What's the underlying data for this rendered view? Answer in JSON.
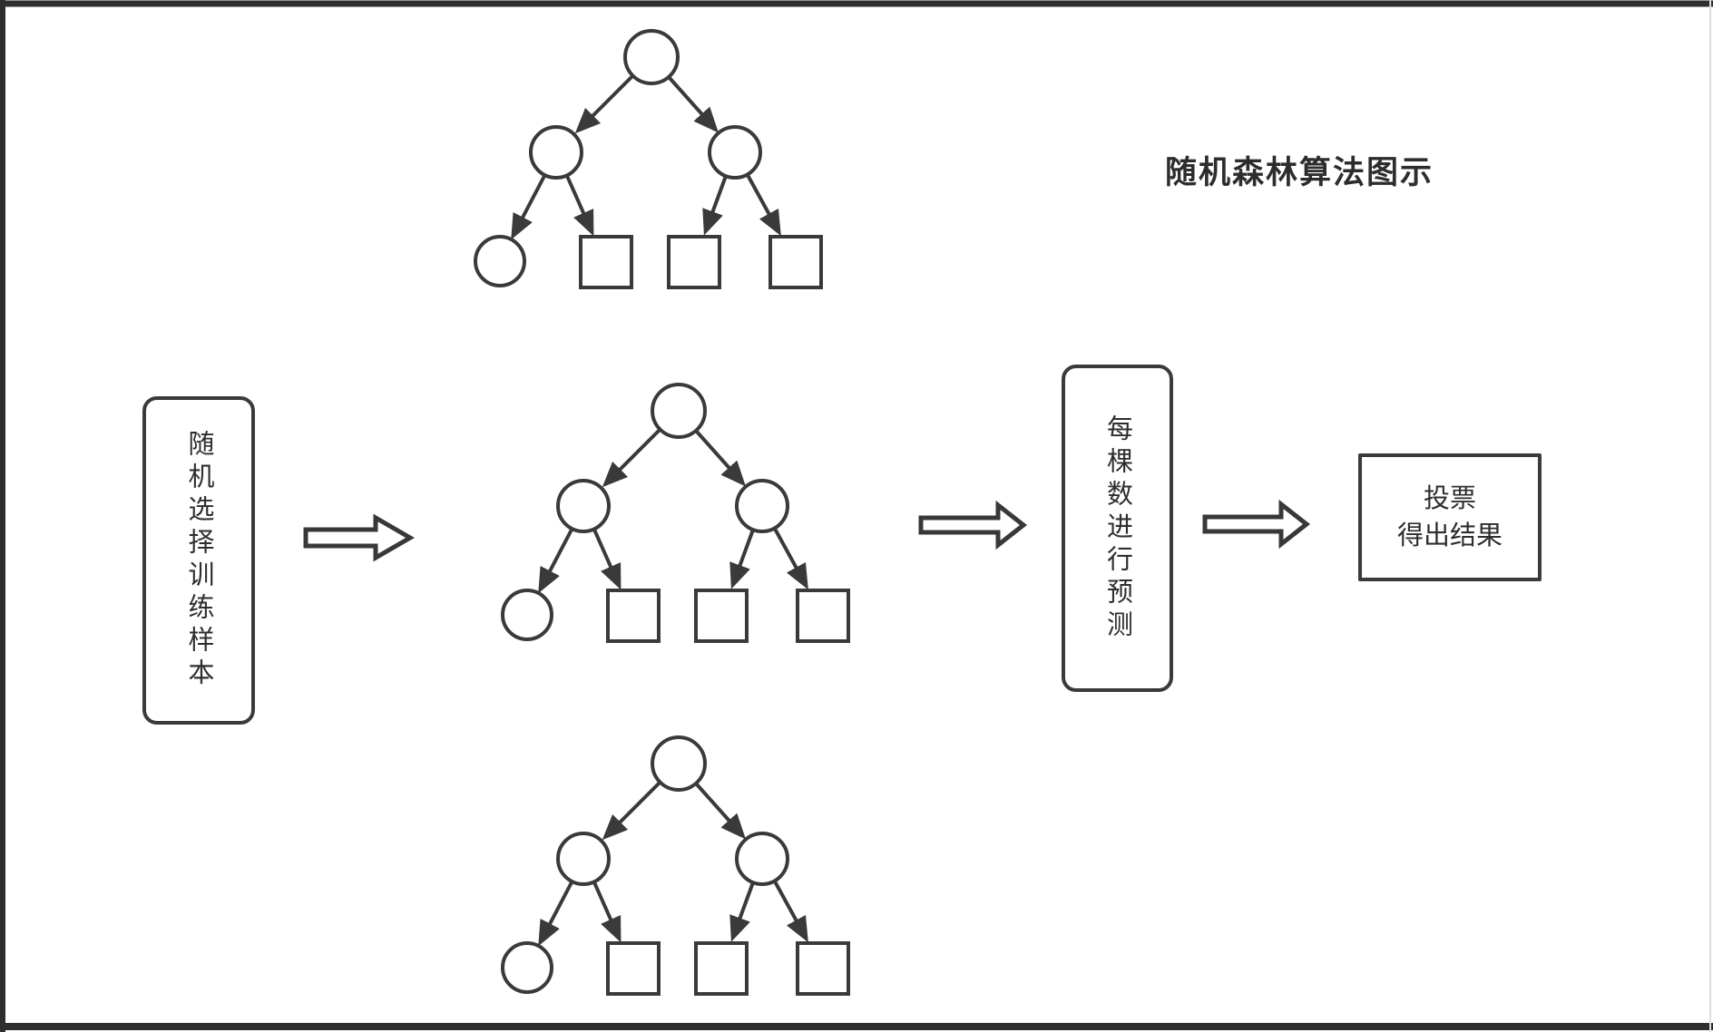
{
  "title": "随机森林算法图示",
  "steps": {
    "select_samples": "随机选择训练样本",
    "predict_each_tree": "每棵数进行预测",
    "vote_result": "投票\n得出结果"
  },
  "diagram": {
    "tree_count": 3,
    "tree_structure": "root circle -> 2 internal circles -> leaves: 1 circle + 3 squares",
    "flow_arrow_count": 3
  },
  "colors": {
    "stroke": "#3a3a3a",
    "background": "#ffffff",
    "frame": "#2e2e2e"
  }
}
